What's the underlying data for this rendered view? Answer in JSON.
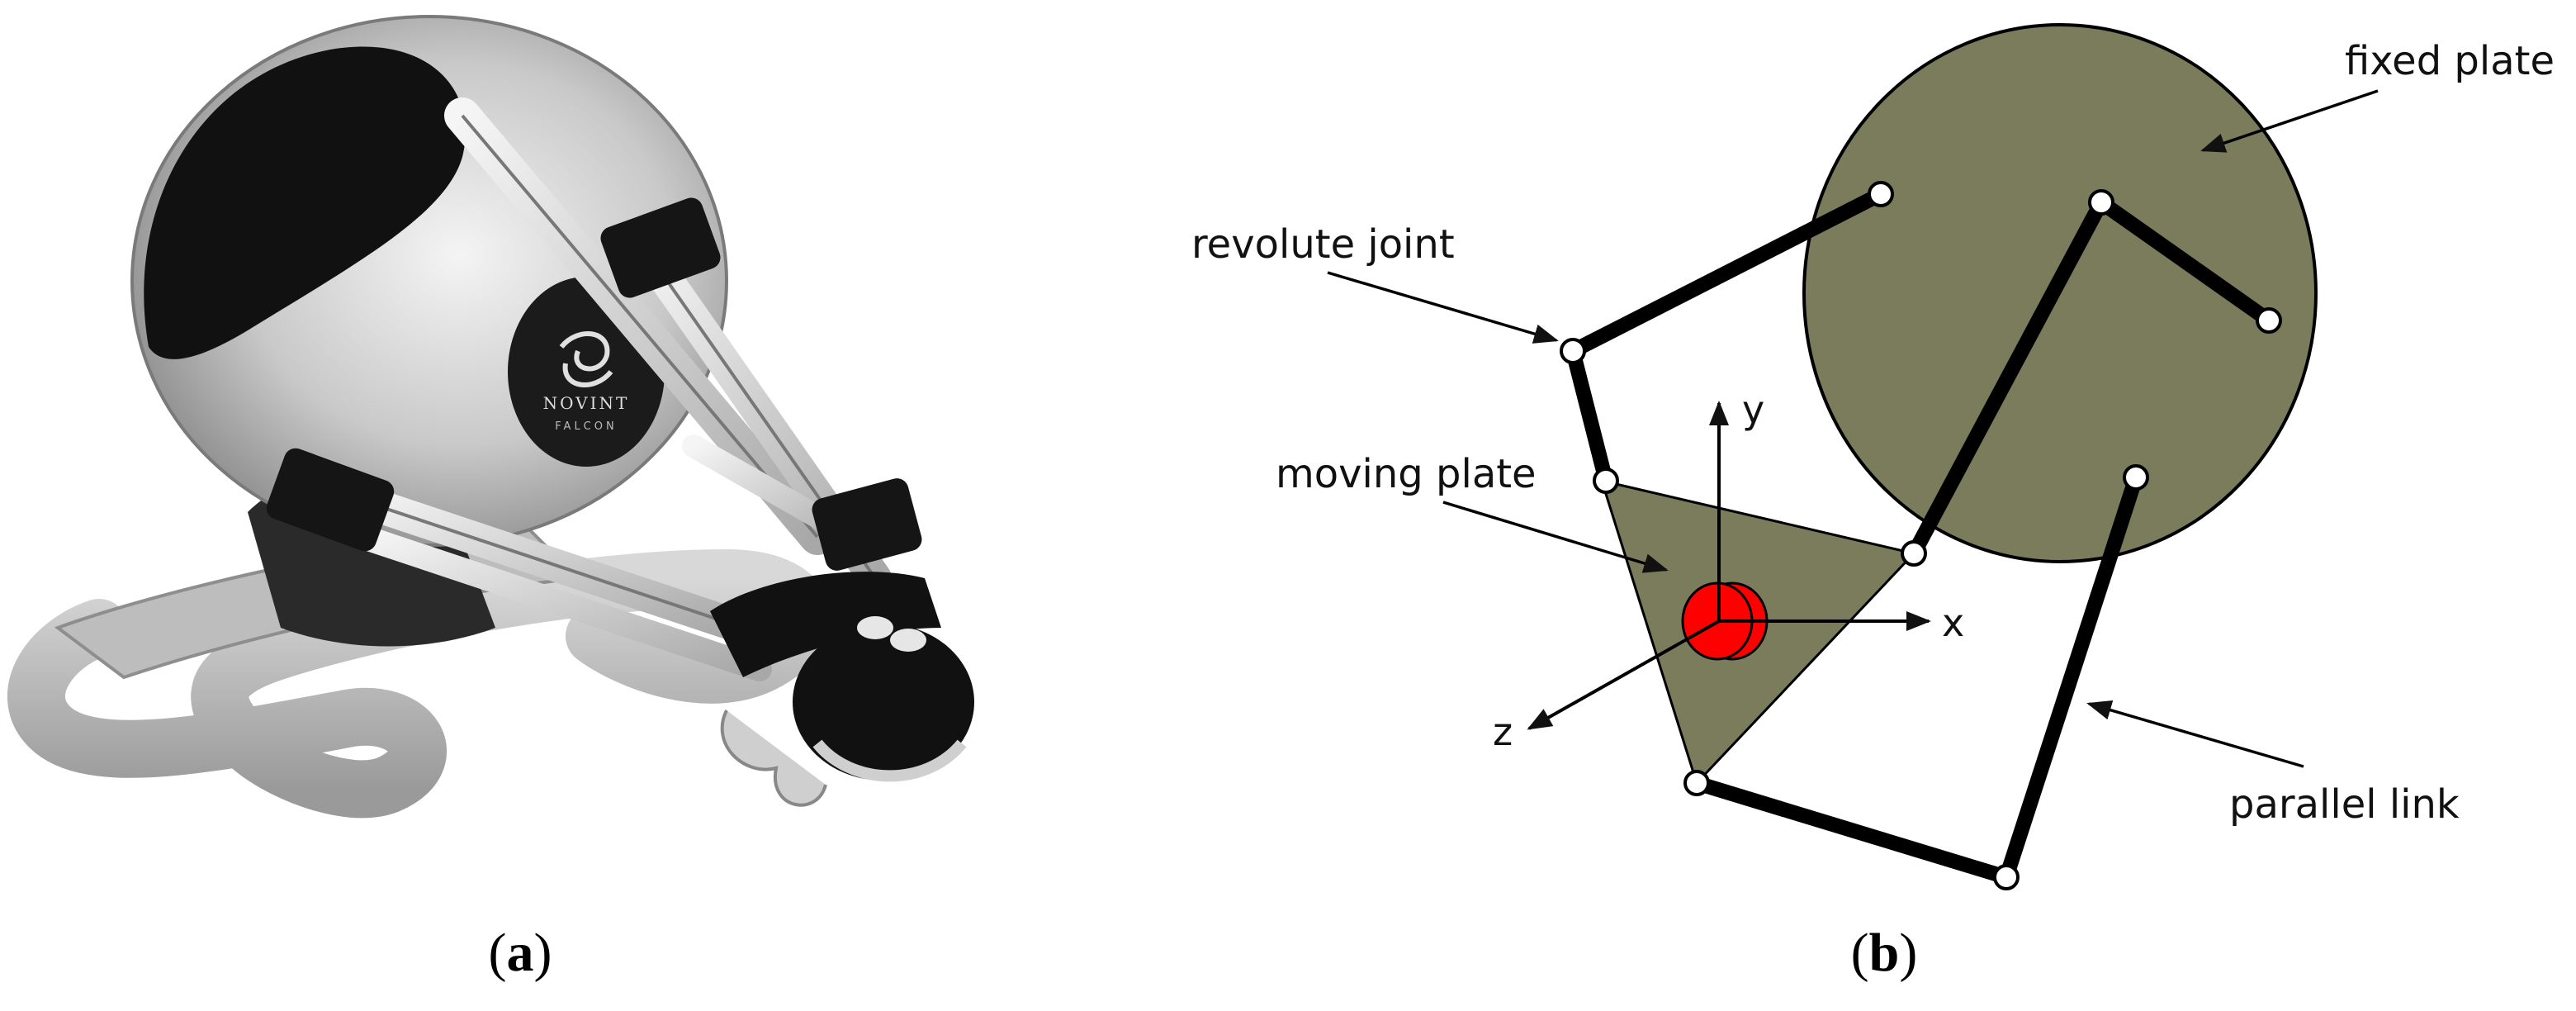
{
  "panel_a": {
    "caption_prefix": "(",
    "caption_letter": "a",
    "caption_suffix": ")",
    "logo_line1": "NOVINT",
    "logo_line2": "FALCON"
  },
  "panel_b": {
    "caption_prefix": "(",
    "caption_letter": "b",
    "caption_suffix": ")",
    "labels": {
      "fixed_plate": "fixed plate",
      "revolute_joint": "revolute joint",
      "moving_plate": "moving plate",
      "parallel_link": "parallel link"
    },
    "axes": {
      "x": "x",
      "y": "y",
      "z": "z"
    },
    "colors": {
      "plate_fill": "#7b7c5b",
      "end_effector": "#ff0000",
      "link": "#000000",
      "joint_fill": "#ffffff"
    }
  }
}
